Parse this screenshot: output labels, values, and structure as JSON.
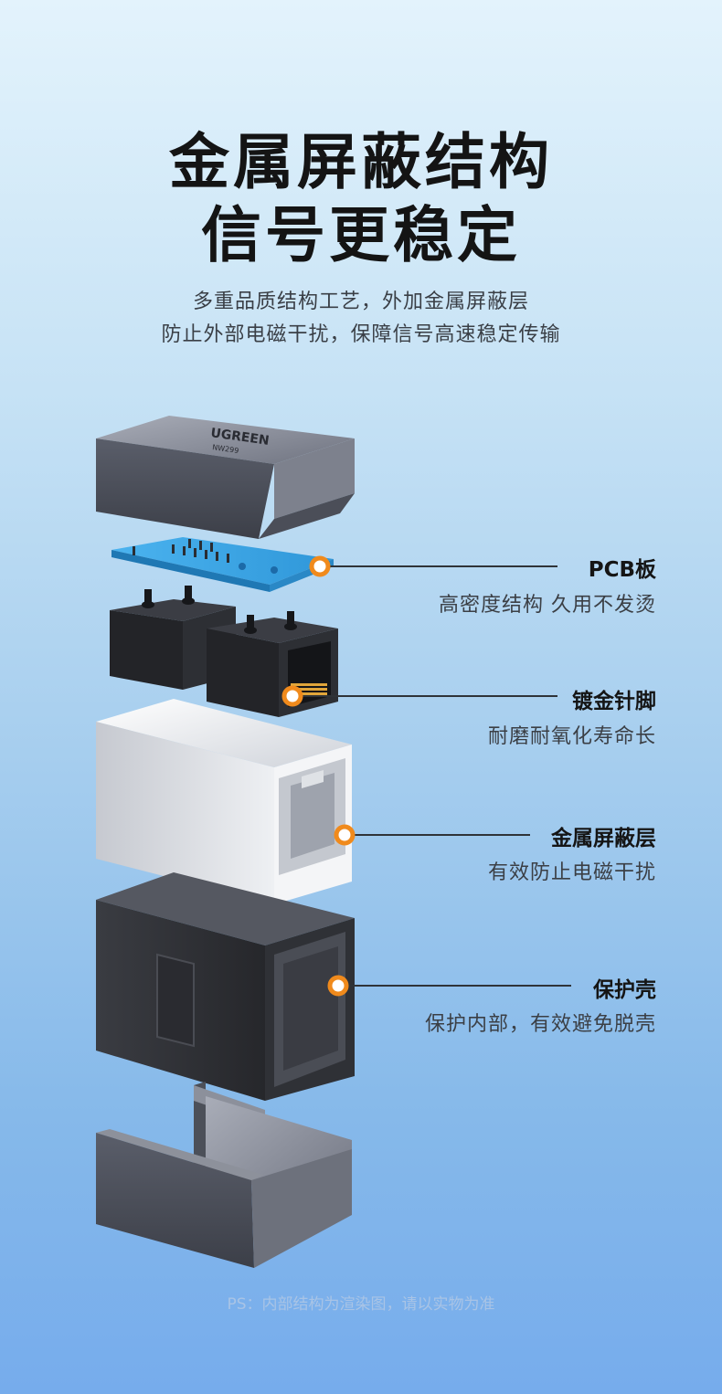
{
  "header": {
    "title_line1": "金属屏蔽结构",
    "title_line2": "信号更稳定",
    "subtitle_line1": "多重品质结构工艺，外加金属屏蔽层",
    "subtitle_line2": "防止外部电磁干扰，保障信号高速稳定传输"
  },
  "product": {
    "brand": "UGREEN",
    "model": "NW299"
  },
  "components": [
    {
      "title": "PCB板",
      "desc": "高密度结构 久用不发烫"
    },
    {
      "title": "镀金针脚",
      "desc": "耐磨耐氧化寿命长"
    },
    {
      "title": "金属屏蔽层",
      "desc": "有效防止电磁干扰"
    },
    {
      "title": "保护壳",
      "desc": "保护内部，有效避免脱壳"
    }
  ],
  "footnote": "PS：内部结构为渲染图，请以实物为准",
  "colors": {
    "accent": "#f08a1c",
    "background_top": "#e3f3fc",
    "background_bottom": "#76acec",
    "pcb": "#3fa9e8"
  }
}
